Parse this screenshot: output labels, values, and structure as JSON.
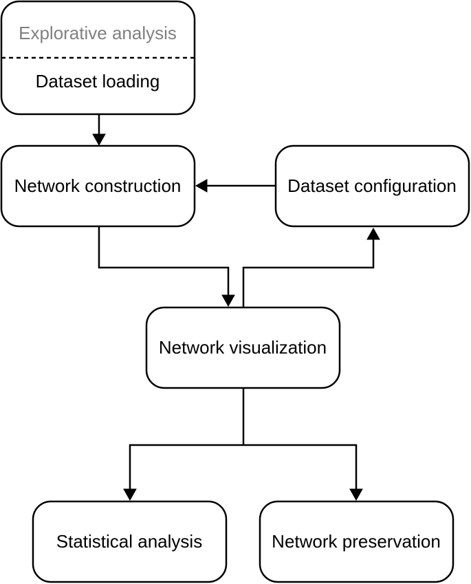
{
  "nodes": {
    "explorative": "Explorative analysis",
    "loading": "Dataset loading",
    "construction": "Network construction",
    "configuration": "Dataset configuration",
    "visualization": "Network visualization",
    "statistical": "Statistical analysis",
    "preservation": "Network preservation"
  },
  "colors": {
    "stroke": "#000000",
    "fill": "#ffffff",
    "muted_text": "#808080"
  }
}
